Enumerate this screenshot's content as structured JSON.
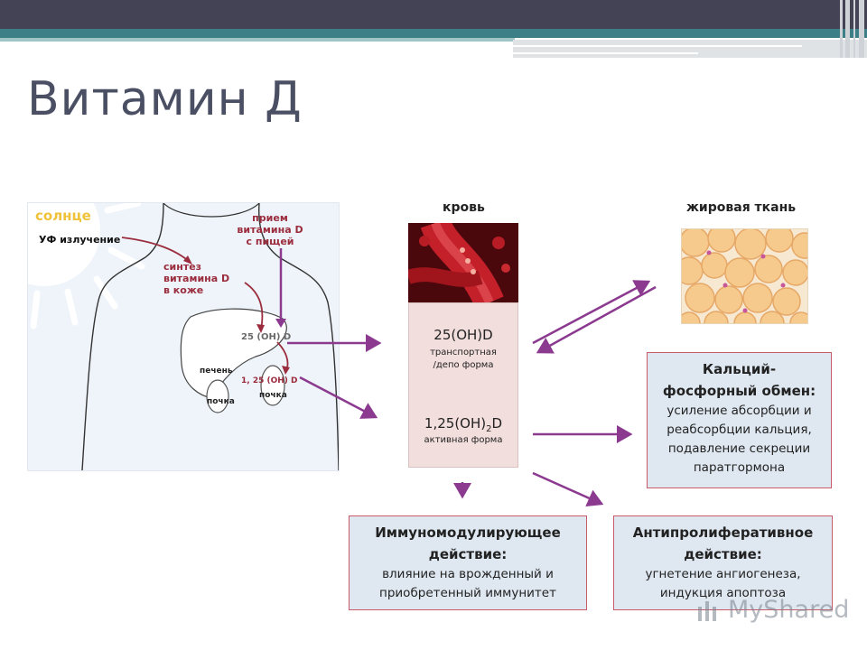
{
  "slide": {
    "title": "Витамин Д"
  },
  "body_panel": {
    "sun_label": "солнце",
    "uv_label": "УФ излучение",
    "intake_label_1": "прием",
    "intake_label_2": "витамина D",
    "intake_label_3": "с пищей",
    "synthesis_label_1": "синтез",
    "synthesis_label_2": "витамина D",
    "synthesis_label_3": "в коже",
    "form_25": "25 (OH) D",
    "liver_label": "печень",
    "form_125": "1, 25 (OH) D",
    "kidney_label_right": "почка",
    "kidney_label_left": "почка"
  },
  "columns": {
    "blood": "кровь",
    "fat": "жировая ткань"
  },
  "blood_column": {
    "form_25": "25(OH)D",
    "form_25_desc_1": "транспортная",
    "form_25_desc_2": "/депо форма",
    "form_125_prefix": "1,25(OH)",
    "form_125_sub": "2",
    "form_125_suffix": "D",
    "form_125_desc": "активная форма"
  },
  "boxes": {
    "calcium": {
      "title_1": "Кальций-",
      "title_2": "фосфорный обмен:",
      "line_1": "усиление абсорбции и",
      "line_2": "реабсорбции кальция,",
      "line_3": "подавление секреции",
      "line_4": "паратгормона"
    },
    "immuno": {
      "title_1": "Иммуномодулирующее",
      "title_2": "действие:",
      "line_1": "влияние на врожденный и",
      "line_2": "приобретенный иммунитет"
    },
    "antiprolif": {
      "title_1": "Антипролиферативное",
      "title_2": "действие:",
      "line_1": "угнетение ангиогенеза,",
      "line_2": "индукция апоптоза"
    }
  },
  "watermark": {
    "text": "MyShared"
  },
  "colors": {
    "arrow": "#8b3a8f",
    "header_dark": "#434355",
    "header_teal": "#3d7f87",
    "box_border": "#c95a67",
    "box_fill": "#dfe8f1",
    "blood_fill": "#f2dedc",
    "label_red": "#9b2c3d"
  }
}
